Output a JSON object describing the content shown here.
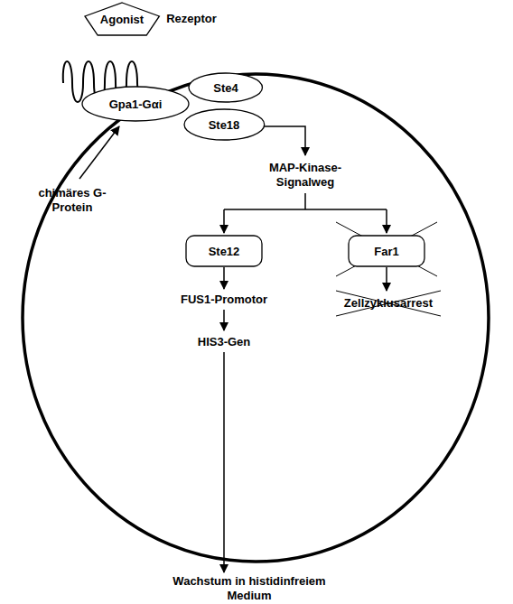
{
  "diagram": {
    "nodes": [
      {
        "text": [
          "Agonist"
        ]
      },
      {
        "text": [
          "Gpa1-Gαi"
        ]
      },
      {
        "text": [
          "Ste4"
        ]
      },
      {
        "text": [
          "Ste18"
        ]
      },
      {
        "text": [
          "Ste12"
        ]
      },
      {
        "text": [
          "Far1"
        ]
      }
    ],
    "labels": [
      "Rezeptor",
      "chimäres G-Protein",
      "MAP-Kinase-Signalweg",
      "FUS1-Promotor",
      "HIS3-Gen",
      "Zellzyklusarrest",
      "Wachstum in histidinfreiem Medium"
    ]
  }
}
